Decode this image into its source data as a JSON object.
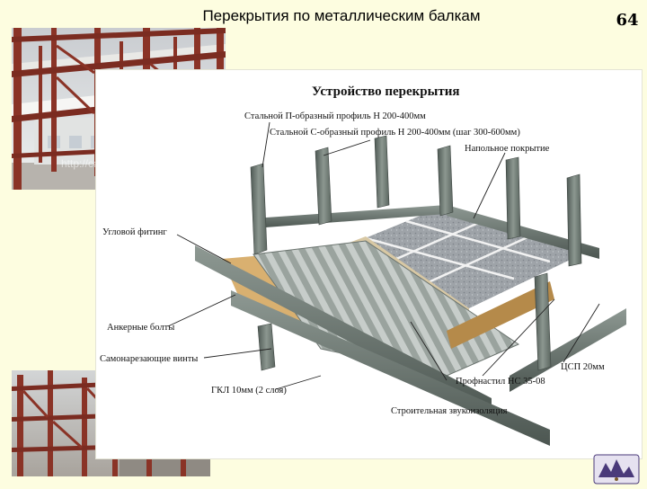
{
  "slide": {
    "title": "Перекрытия по металлическим балкам",
    "number": "64"
  },
  "photo_top": {
    "watermark": "http://cariot.ru"
  },
  "diagram": {
    "title": "Устройство перекрытия",
    "labels": {
      "p_profile": "Стальной П-образный профиль Н 200-400мм",
      "c_profile": "Стальной С-образный профиль Н 200-400мм (шаг 300-600мм)",
      "floor_cover": "Напольное покрытие",
      "corner_fitting": "Угловой фитинг",
      "anchor_bolts": "Анкерные болты",
      "screws": "Самонарезающие винты",
      "gkl": "ГКЛ 10мм (2 слоя)",
      "decking": "Профнастил НС 35-08",
      "tssp": "ЦСП 20мм",
      "sound_insulation": "Строительная звукоизоляция"
    }
  },
  "colors": {
    "background": "#fdfde0",
    "steel_red": "#8a3326",
    "steel_green": "#6f7a73",
    "gravel": "#9ea3a8",
    "insulation": "#d9b070"
  }
}
